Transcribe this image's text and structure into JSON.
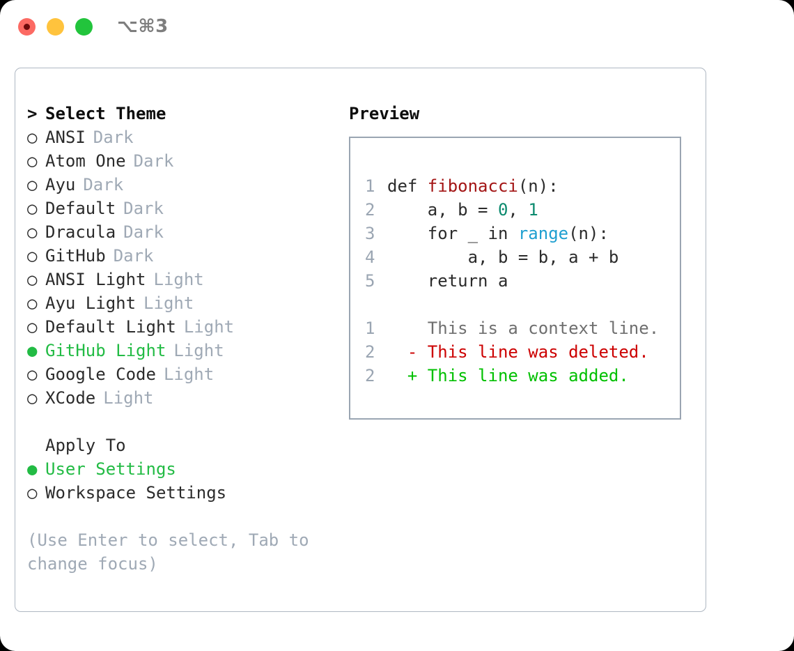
{
  "titlebar": {
    "shortcut": "⌥⌘3",
    "lights": [
      {
        "name": "close",
        "color": "#fc6a63",
        "recording": true
      },
      {
        "name": "minimize",
        "color": "#ffc33d",
        "recording": false
      },
      {
        "name": "maximize",
        "color": "#22c43c",
        "recording": false
      }
    ]
  },
  "colors": {
    "accent_green": "#22bb44",
    "muted": "#9fa9b5",
    "border": "#aeb7c2",
    "text": "#2b2b2b",
    "diff_add": "#00c000",
    "diff_del": "#cc0000",
    "syntax_fn": "#a31515",
    "syntax_num": "#0b8a6e",
    "syntax_call": "#1e9fd0"
  },
  "theme_picker": {
    "prompt_caret": ">",
    "title": "Select Theme",
    "bullet_unselected": "○",
    "bullet_selected": "●",
    "items": [
      {
        "label": "ANSI",
        "badge": "Dark",
        "selected": false
      },
      {
        "label": "Atom One",
        "badge": "Dark",
        "selected": false
      },
      {
        "label": "Ayu",
        "badge": "Dark",
        "selected": false
      },
      {
        "label": "Default",
        "badge": "Dark",
        "selected": false
      },
      {
        "label": "Dracula",
        "badge": "Dark",
        "selected": false
      },
      {
        "label": "GitHub",
        "badge": "Dark",
        "selected": false
      },
      {
        "label": "ANSI Light",
        "badge": "Light",
        "selected": false
      },
      {
        "label": "Ayu Light",
        "badge": "Light",
        "selected": false
      },
      {
        "label": "Default Light",
        "badge": "Light",
        "selected": false
      },
      {
        "label": "GitHub Light",
        "badge": "Light",
        "selected": true
      },
      {
        "label": "Google Code",
        "badge": "Light",
        "selected": false
      },
      {
        "label": "XCode",
        "badge": "Light",
        "selected": false
      }
    ]
  },
  "apply_to": {
    "title": "Apply To",
    "items": [
      {
        "label": "User Settings",
        "selected": true
      },
      {
        "label": "Workspace Settings",
        "selected": false
      }
    ]
  },
  "hint": "(Use Enter to select, Tab to change focus)",
  "preview": {
    "title": "Preview",
    "code_lines": [
      {
        "ln": "1",
        "segments": [
          {
            "t": "def ",
            "c": "plain"
          },
          {
            "t": "fibonacci",
            "c": "fn"
          },
          {
            "t": "(n):",
            "c": "plain"
          }
        ]
      },
      {
        "ln": "2",
        "segments": [
          {
            "t": "    a, b = ",
            "c": "plain"
          },
          {
            "t": "0",
            "c": "num"
          },
          {
            "t": ", ",
            "c": "plain"
          },
          {
            "t": "1",
            "c": "num"
          }
        ]
      },
      {
        "ln": "3",
        "segments": [
          {
            "t": "    for _ in ",
            "c": "plain"
          },
          {
            "t": "range",
            "c": "call"
          },
          {
            "t": "(n):",
            "c": "plain"
          }
        ]
      },
      {
        "ln": "4",
        "segments": [
          {
            "t": "        a, b = b, a + b",
            "c": "plain"
          }
        ]
      },
      {
        "ln": "5",
        "segments": [
          {
            "t": "    return a",
            "c": "plain"
          }
        ]
      }
    ],
    "diff_lines": [
      {
        "ln": "1",
        "marker": " ",
        "text": " This is a context line.",
        "kind": "ctx"
      },
      {
        "ln": "2",
        "marker": "-",
        "text": " This line was deleted.",
        "kind": "del"
      },
      {
        "ln": "2",
        "marker": "+",
        "text": " This line was added.",
        "kind": "add"
      }
    ]
  }
}
